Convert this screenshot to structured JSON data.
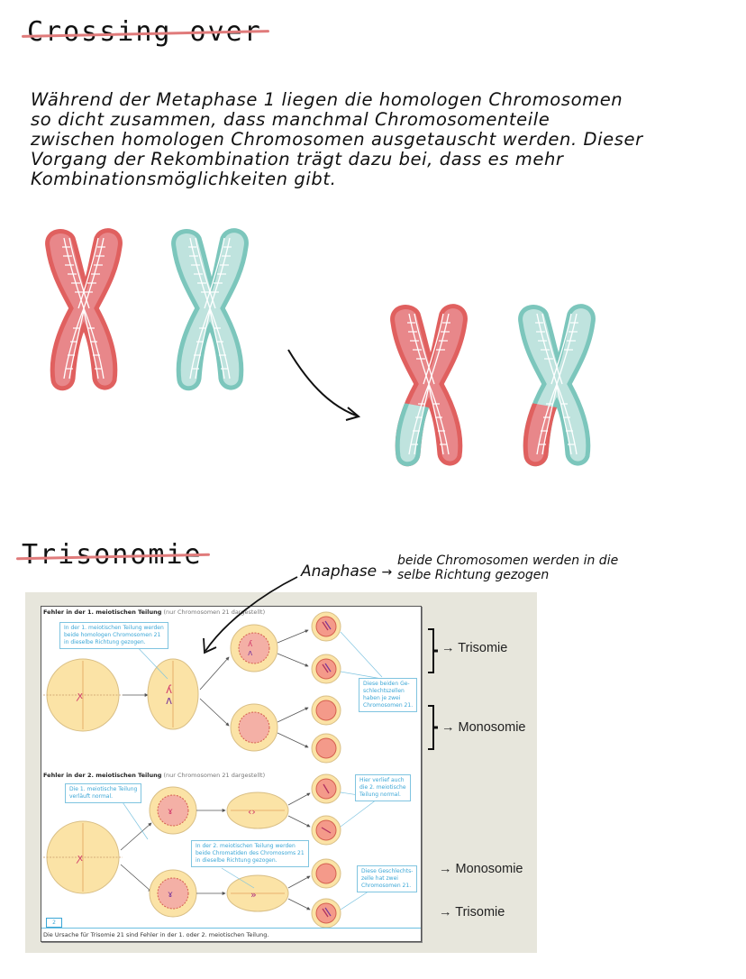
{
  "crossing_over": {
    "heading": "Crossing over",
    "paragraph_lines": [
      "Während der Metaphase 1  liegen die homologen Chromosomen",
      "so dicht  zusammen, dass manchmal Chromosomenteile",
      "zwischen homologen Chromosomen ausgetauscht  werden. Dieser",
      "Vorgang der Rekombination trägt dazu bei, dass es mehr",
      "Kombinationsmöglichkeiten gibt."
    ],
    "colors": {
      "red_chromosome": "#e8878a",
      "red_outline": "#e0605f",
      "teal_chromosome": "#bfe3de",
      "teal_outline": "#7cc6bc",
      "strike": "#e07b7b"
    }
  },
  "trisomie": {
    "heading": "Trisonomie",
    "annotation": {
      "label": "Anaphase",
      "arrow": "→",
      "note_lines": [
        "beide Chromosomen werden  in die",
        "selbe  Richtung  gezogen"
      ]
    },
    "figure": {
      "section1_title_bold": "Fehler in der 1. meiotischen Teilung",
      "section1_title_note": " (nur Chromosomen 21 dargestellt)",
      "section2_title_bold": "Fehler in der 2. meiotischen Teilung",
      "section2_title_note": " (nur Chromosomen 21 dargestellt)",
      "callouts": {
        "c1": [
          "In der 1. meiotischen Teilung werden",
          "beide homologen Chromosomen 21",
          "in dieselbe Richtung gezogen."
        ],
        "c2": [
          "Diese beiden Ge-",
          "schlechtszellen",
          "haben je zwei",
          "Chromosomen 21."
        ],
        "c3": [
          "Die 1. meiotische Teilung",
          "verläuft normal."
        ],
        "c4": [
          "Hier verlief auch",
          "die 2. meiotische",
          "Teilung normal."
        ],
        "c5": [
          "In der 2. meiotischen Teilung werden",
          "beide Chromatiden des Chromosoms 21",
          "in dieselbe Richtung gezogen."
        ],
        "c6": [
          "Diese Geschlechts-",
          "zelle hat zwei",
          "Chromosomen 21."
        ]
      },
      "figure_number": "2",
      "caption": "Die Ursache für Trisomie 21 sind Fehler in der 1. oder 2. meiotischen Teilung.",
      "colors": {
        "cell_fill": "#fbe3a6",
        "cell_border": "#d9bf86",
        "nucleus_fill": "#f4a999",
        "nucleus_border": "#d5604f",
        "chromosome": "#d23a6a",
        "panel_bg": "#e7e6dc",
        "callout_blue": "#3aa6d6"
      }
    },
    "results": [
      {
        "label": "→ Trisomie",
        "bracket": true
      },
      {
        "label": "→ Monosomie",
        "bracket": true
      },
      {
        "label": "→ Monosomie",
        "bracket": false
      },
      {
        "label": "→ Trisomie",
        "bracket": false
      }
    ]
  }
}
